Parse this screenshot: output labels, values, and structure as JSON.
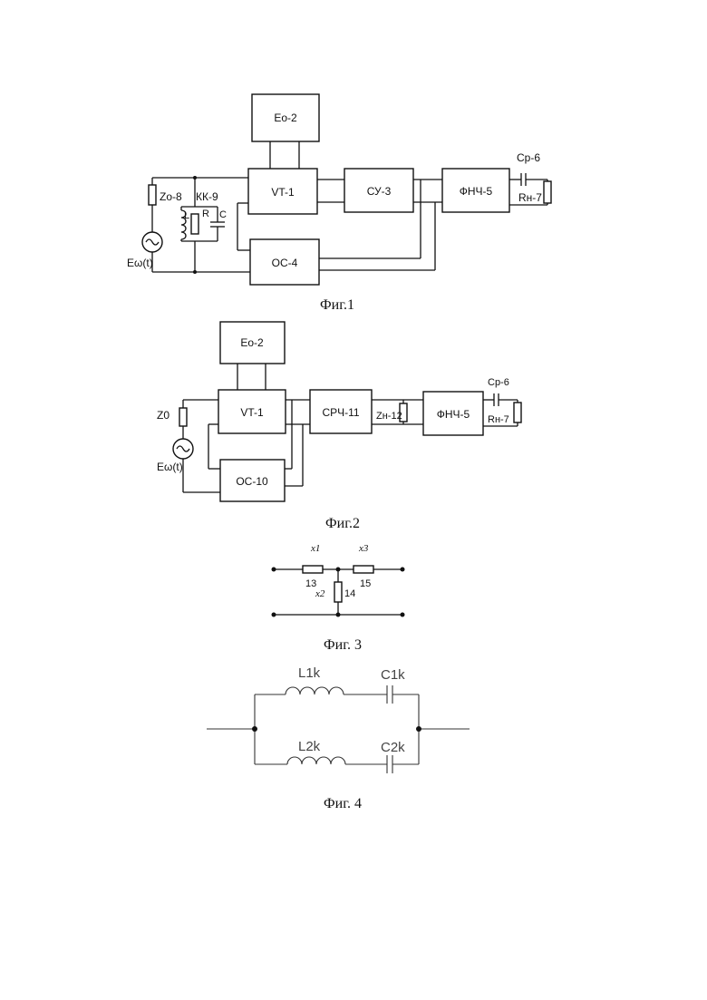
{
  "fig1": {
    "caption": "Фиг.1",
    "e0": "Eo-2",
    "vt": "VT-1",
    "su": "СУ-3",
    "fnch": "ФНЧ-5",
    "os": "ОС-4",
    "zo": "Zo-8",
    "kk": "КК-9",
    "l": "L",
    "r": "R",
    "c": "C",
    "cp": "Cp-6",
    "rn": "Rн-7",
    "source": "Eω(t)"
  },
  "fig2": {
    "caption": "Фиг.2",
    "e0": "Eo-2",
    "vt": "VT-1",
    "srch": "СРЧ-11",
    "zn": "Zн-12",
    "fnch": "ФНЧ-5",
    "os": "ОС-10",
    "z0": "Z0",
    "cp": "Cp-6",
    "rn": "Rн-7",
    "source": "Eω(t)"
  },
  "fig3": {
    "caption": "Фиг. 3",
    "x1": "x1",
    "x2": "x2",
    "x3": "x3",
    "n13": "13",
    "n14": "14",
    "n15": "15"
  },
  "fig4": {
    "caption": "Фиг. 4",
    "l1k": "L1k",
    "c1k": "C1k",
    "l2k": "L2k",
    "c2k": "C2k"
  }
}
